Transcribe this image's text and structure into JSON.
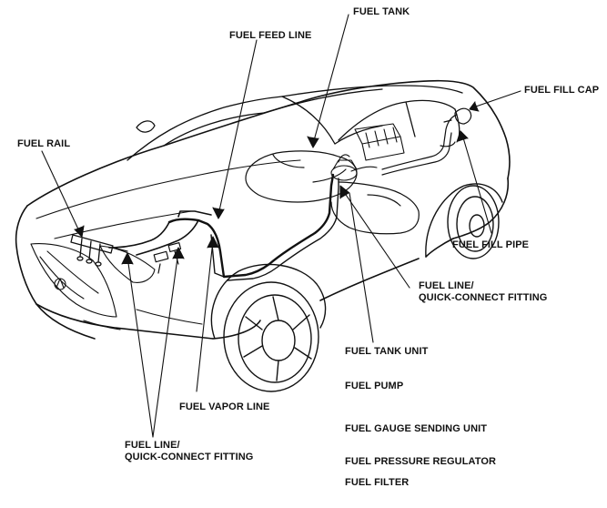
{
  "labels": {
    "fuel_tank": "FUEL TANK",
    "fuel_feed_line": "FUEL FEED LINE",
    "fuel_fill_cap": "FUEL FILL CAP",
    "fuel_rail": "FUEL RAIL",
    "fuel_fill_pipe": "FUEL FILL PIPE",
    "fuel_line_qc_right_1": "FUEL LINE/",
    "fuel_line_qc_right_2": "QUICK-CONNECT FITTING",
    "fuel_tank_unit": "FUEL TANK UNIT",
    "fuel_pump": "FUEL PUMP",
    "fuel_vapor_line": "FUEL VAPOR LINE",
    "fuel_gauge_sending_unit": "FUEL GAUGE SENDING UNIT",
    "fuel_line_qc_left_1": "FUEL LINE/",
    "fuel_line_qc_left_2": "QUICK-CONNECT FITTING",
    "fuel_pressure_regulator": "FUEL PRESSURE REGULATOR",
    "fuel_filter": "FUEL FILTER"
  },
  "colors": {
    "line": "#111111",
    "background": "#ffffff"
  }
}
